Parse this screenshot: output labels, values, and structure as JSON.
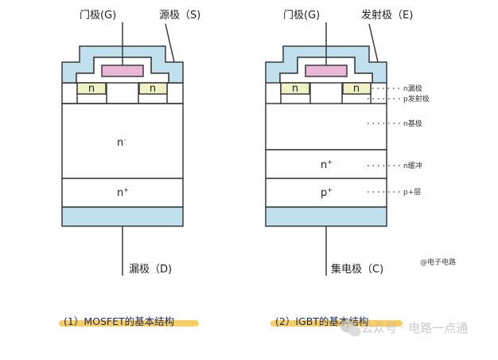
{
  "colors": {
    "outline": "#3a3a3a",
    "oxide_blue": "#bfe0ec",
    "gate_pink": "#e9b6d6",
    "n_region_yellow": "#eef2c4",
    "highlight": "#f6c64a",
    "caption_text": "#1a2a5a",
    "watermark": "#b8b8b8"
  },
  "mosfet": {
    "gate_label": "门极(G)",
    "source_label": "源极（S)",
    "n_left": "n",
    "n_right": "n",
    "n_minus_base": "n",
    "n_minus_sup": "-",
    "n_plus_base": "n",
    "n_plus_sup": "+",
    "drain_label": "漏极（D)",
    "caption": "(1）MOSFET的基本结构"
  },
  "igbt": {
    "gate_label": "门极(G)",
    "emitter_label": "发射极（E)",
    "n_left": "n",
    "n_right": "n",
    "n_plus_base": "n",
    "n_plus_sup": "+",
    "p_plus_base": "p",
    "p_plus_sup": "+",
    "collector_label": "集电极（C)",
    "caption": "(2）IGBT的基本结构",
    "annotations": [
      "n漏极",
      "p发射极",
      "n基极",
      "n缓冲",
      "p+层"
    ],
    "small_tag": "@电子电路"
  },
  "watermark": {
    "icon": "wechat-icon",
    "text": "公众号 · 电路一点通"
  }
}
